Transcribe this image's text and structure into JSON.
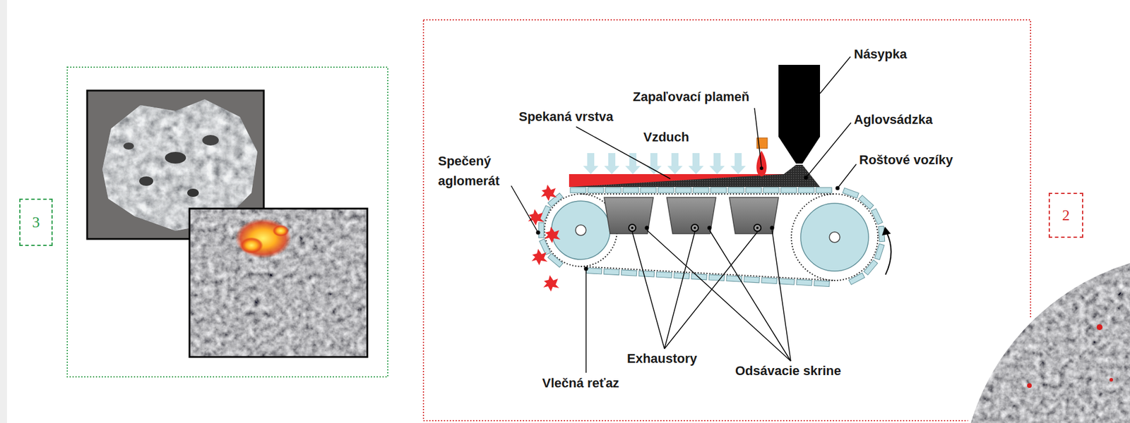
{
  "diagram": {
    "nodes": [
      {
        "text": [
          "3"
        ]
      },
      {
        "text": [
          "2"
        ]
      }
    ],
    "labels": [
      "Násypka",
      "Zapaľovací plameň",
      "Spekaná vrstva",
      "Aglovsádzka",
      "Vzduch",
      "Spečený aglomerát",
      "Roštové vozíky",
      "Exhaustory",
      "Odsávacie skrine",
      "Vlečná reťaz"
    ]
  }
}
